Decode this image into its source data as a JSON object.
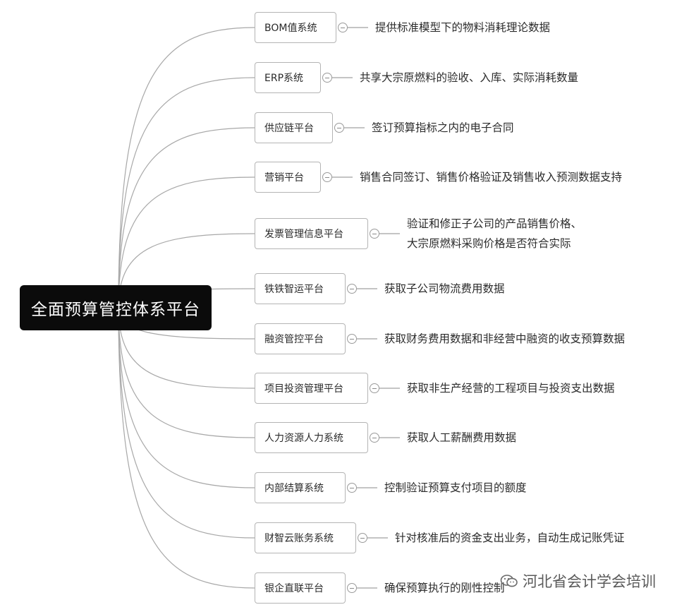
{
  "root": {
    "label": "全面预算管控体系平台"
  },
  "branches": [
    {
      "label": "BOM值系统",
      "description": [
        "提供标准模型下的物料消耗理论数据"
      ]
    },
    {
      "label": "ERP系统",
      "description": [
        "共享大宗原燃料的验收、入库、实际消耗数量"
      ]
    },
    {
      "label": "供应链平台",
      "description": [
        "签订预算指标之内的电子合同"
      ]
    },
    {
      "label": "营销平台",
      "description": [
        "销售合同签订、销售价格验证及销售收入预测数据支持"
      ]
    },
    {
      "label": "发票管理信息平台",
      "description": [
        "验证和修正子公司的产品销售价格、",
        "大宗原燃料采购价格是否符合实际"
      ]
    },
    {
      "label": "铁铁智运平台",
      "description": [
        "获取子公司物流费用数据"
      ]
    },
    {
      "label": "融资管控平台",
      "description": [
        "获取财务费用数据和非经营中融资的收支预算数据"
      ]
    },
    {
      "label": "项目投资管理平台",
      "description": [
        "获取非生产经营的工程项目与投资支出数据"
      ]
    },
    {
      "label": "人力资源人力系统",
      "description": [
        "获取人工薪酬费用数据"
      ]
    },
    {
      "label": "内部结算系统",
      "description": [
        "控制验证预算支付项目的额度"
      ]
    },
    {
      "label": "财智云账务系统",
      "description": [
        "针对核准后的资金支出业务，自动生成记账凭证"
      ]
    },
    {
      "label": "银企直联平台",
      "description": [
        "确保预算执行的刚性控制"
      ]
    }
  ],
  "watermark": {
    "text": "河北省会计学会培训",
    "icon": "wechat-icon"
  },
  "colors": {
    "root_bg": "#0b0b0b",
    "line": "#a8a8a8",
    "node_border": "#b4b4b4"
  }
}
